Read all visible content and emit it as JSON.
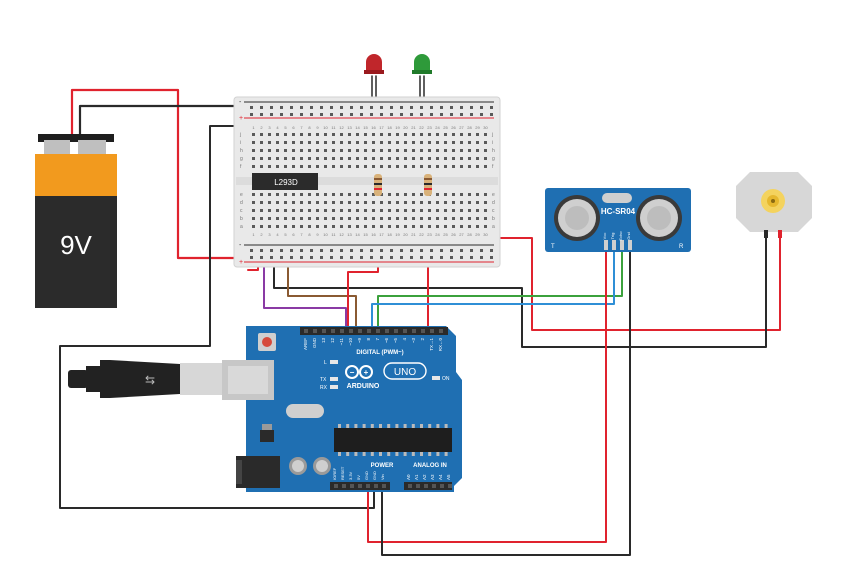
{
  "battery": {
    "label": "9V"
  },
  "ic": {
    "label": "L293D"
  },
  "sensor": {
    "label": "HC-SR04",
    "pins": [
      "Vcc",
      "Trig",
      "Echo",
      "Gnd"
    ],
    "left_mark": "T",
    "right_mark": "R"
  },
  "arduino": {
    "brand": "ARDUINO",
    "model": "UNO",
    "digital_header": "DIGITAL (PWM~)",
    "power_header": "POWER",
    "analog_header": "ANALOG IN",
    "on_label": "ON",
    "l_label": "L",
    "tx_label": "TX",
    "rx_label": "RX",
    "digital_pins": [
      "AREF",
      "GND",
      "13",
      "12",
      "~11",
      "~10",
      "~9",
      "8",
      "7",
      "~6",
      "~5",
      "4",
      "~3",
      "2",
      "TX→1",
      "RX←0"
    ],
    "power_pins": [
      "IOREF",
      "RESET",
      "3.3V",
      "5V",
      "GND",
      "GND",
      "Vin"
    ],
    "analog_pins": [
      "A0",
      "A1",
      "A2",
      "A3",
      "A4",
      "A5"
    ]
  },
  "breadboard": {
    "row_letters_top": [
      "j",
      "i",
      "h",
      "g",
      "f"
    ],
    "row_letters_bottom": [
      "e",
      "d",
      "c",
      "b",
      "a"
    ],
    "column_numbers": [
      "1",
      "2",
      "3",
      "4",
      "5",
      "6",
      "7",
      "8",
      "9",
      "10",
      "11",
      "12",
      "13",
      "14",
      "15",
      "16",
      "17",
      "18",
      "19",
      "20",
      "21",
      "22",
      "23",
      "24",
      "25",
      "26",
      "27",
      "28",
      "29",
      "30"
    ],
    "rail_minus": "-",
    "rail_plus": "+"
  },
  "leds": [
    {
      "color": "#c0262b"
    },
    {
      "color": "#2e9a3a"
    }
  ],
  "colors": {
    "board": "#1f6fb2",
    "board_light": "#2a86c8",
    "wire_red": "#e0232e",
    "wire_black": "#2a2a2a",
    "wire_green": "#3ba13c",
    "wire_blue": "#2f8fd6",
    "wire_purple": "#8a3aa4",
    "wire_brown": "#8a5a32"
  },
  "icons": [
    "battery-icon",
    "usb-cable-icon",
    "dc-motor-icon",
    "led-icon",
    "resistor-icon",
    "ultrasonic-sensor-icon",
    "ic-chip-icon"
  ]
}
